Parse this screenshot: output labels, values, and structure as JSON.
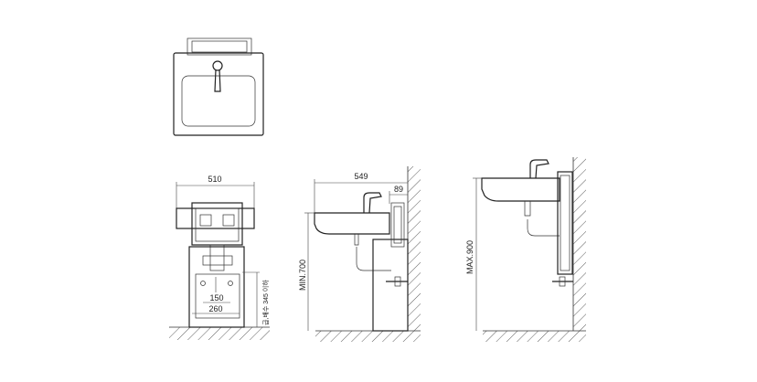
{
  "top_view": {
    "label": ""
  },
  "front_view": {
    "width_label": "510",
    "spacing_label": "150",
    "inner_width_label": "260",
    "height_note": "급,배수 345 이하"
  },
  "side_view_min": {
    "depth_label": "549",
    "offset_label": "89",
    "height_label": "MIN.700"
  },
  "side_view_max": {
    "height_label": "MAX.900"
  }
}
